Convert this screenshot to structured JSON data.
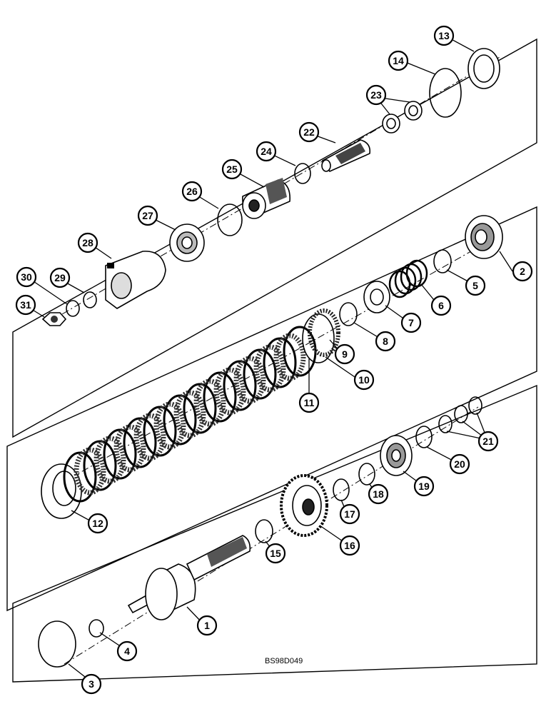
{
  "figure_code": "BS98D049",
  "callouts": [
    "1",
    "2",
    "3",
    "4",
    "5",
    "6",
    "7",
    "8",
    "9",
    "10",
    "11",
    "12",
    "13",
    "14",
    "15",
    "16",
    "17",
    "18",
    "19",
    "20",
    "21",
    "22",
    "23",
    "24",
    "25",
    "26",
    "27",
    "28",
    "29",
    "30",
    "31"
  ],
  "colors": {
    "ink": "#000000",
    "paper": "#ffffff",
    "shade": "#555555"
  }
}
